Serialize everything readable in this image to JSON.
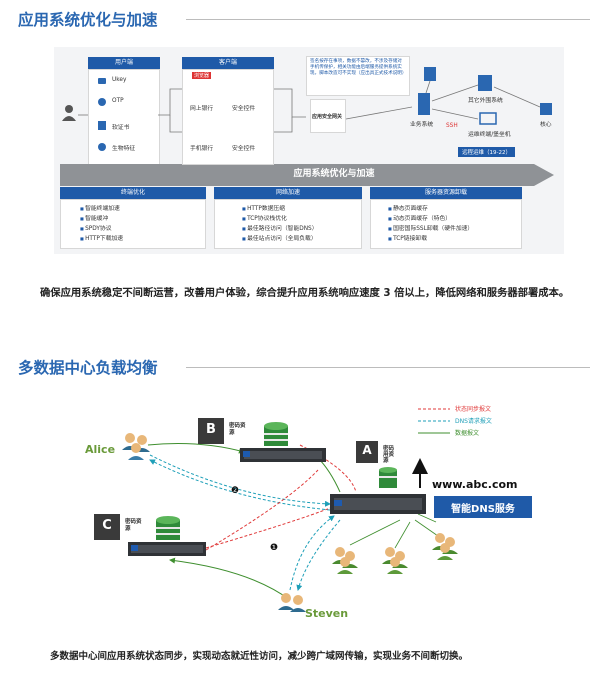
{
  "section1": {
    "title": "应用系统优化与加速",
    "user_side": {
      "header": "用户端",
      "items": [
        "Ukey",
        "OTP",
        "软证书",
        "生物特征"
      ]
    },
    "client_side": {
      "header": "客户端",
      "browser_tag": "浏览器",
      "items": [
        "网上银行",
        "安全控件",
        "手机银行",
        "安全控件"
      ]
    },
    "note": "签名按存在事项，数据不篡改，不涉及存储对手机传保护，相关功能由后端服务提供系统实现，脚本改造可不实现（应出具正式技术说明）",
    "gateway_label": "应用安全网关",
    "business_label": "业务系统",
    "ssh_label": "SSH",
    "external_label": "其它外围系统",
    "terminal_label": "运维终端/堡垒机",
    "core_label": "核心",
    "remote_ops_label": "远程运维（19-22）",
    "arrow_banner": "应用系统优化与加速",
    "columns": [
      {
        "header": "终端优化",
        "items": [
          "智能终端加速",
          "智能缓冲",
          "SPDY协议",
          "HTTP下载加速"
        ]
      },
      {
        "header": "网络加速",
        "items": [
          "HTTP数据压缩",
          "TCP协议栈优化",
          "最佳路径访问（智能DNS）",
          "最佳站点访问（全局负载）"
        ]
      },
      {
        "header": "服务器资源卸载",
        "items": [
          "静态页面缓存",
          "动态页面缓存（特色）",
          "国密国际SSL卸载（硬件加速）",
          "TCP链接卸载"
        ]
      }
    ],
    "description": "确保应用系统稳定不间断运营，改善用户体验，综合提升应用系统响应速度 3 倍以上，降低网络和服务器部署成本。"
  },
  "section2": {
    "title": "多数据中心负载均衡",
    "legend": [
      {
        "label": "状态同步报文",
        "color": "#e03a3a"
      },
      {
        "label": "DNS请求报文",
        "color": "#1e9fb8"
      },
      {
        "label": "数据报文",
        "color": "#3f8f2f"
      }
    ],
    "site_a": "A",
    "site_b": "B",
    "site_c": "C",
    "resource_label": "密码资源",
    "resource_label_a": "密码用资源",
    "alice": "Alice",
    "steven": "Steven",
    "url": "www.abc.com",
    "dns_service": "智能DNS服务",
    "step1": "❶",
    "step2": "❷",
    "caption": "多数据中心间应用系统状态同步，实现动态就近性访问，减少跨广域网传输，实现业务不间断切换。"
  }
}
